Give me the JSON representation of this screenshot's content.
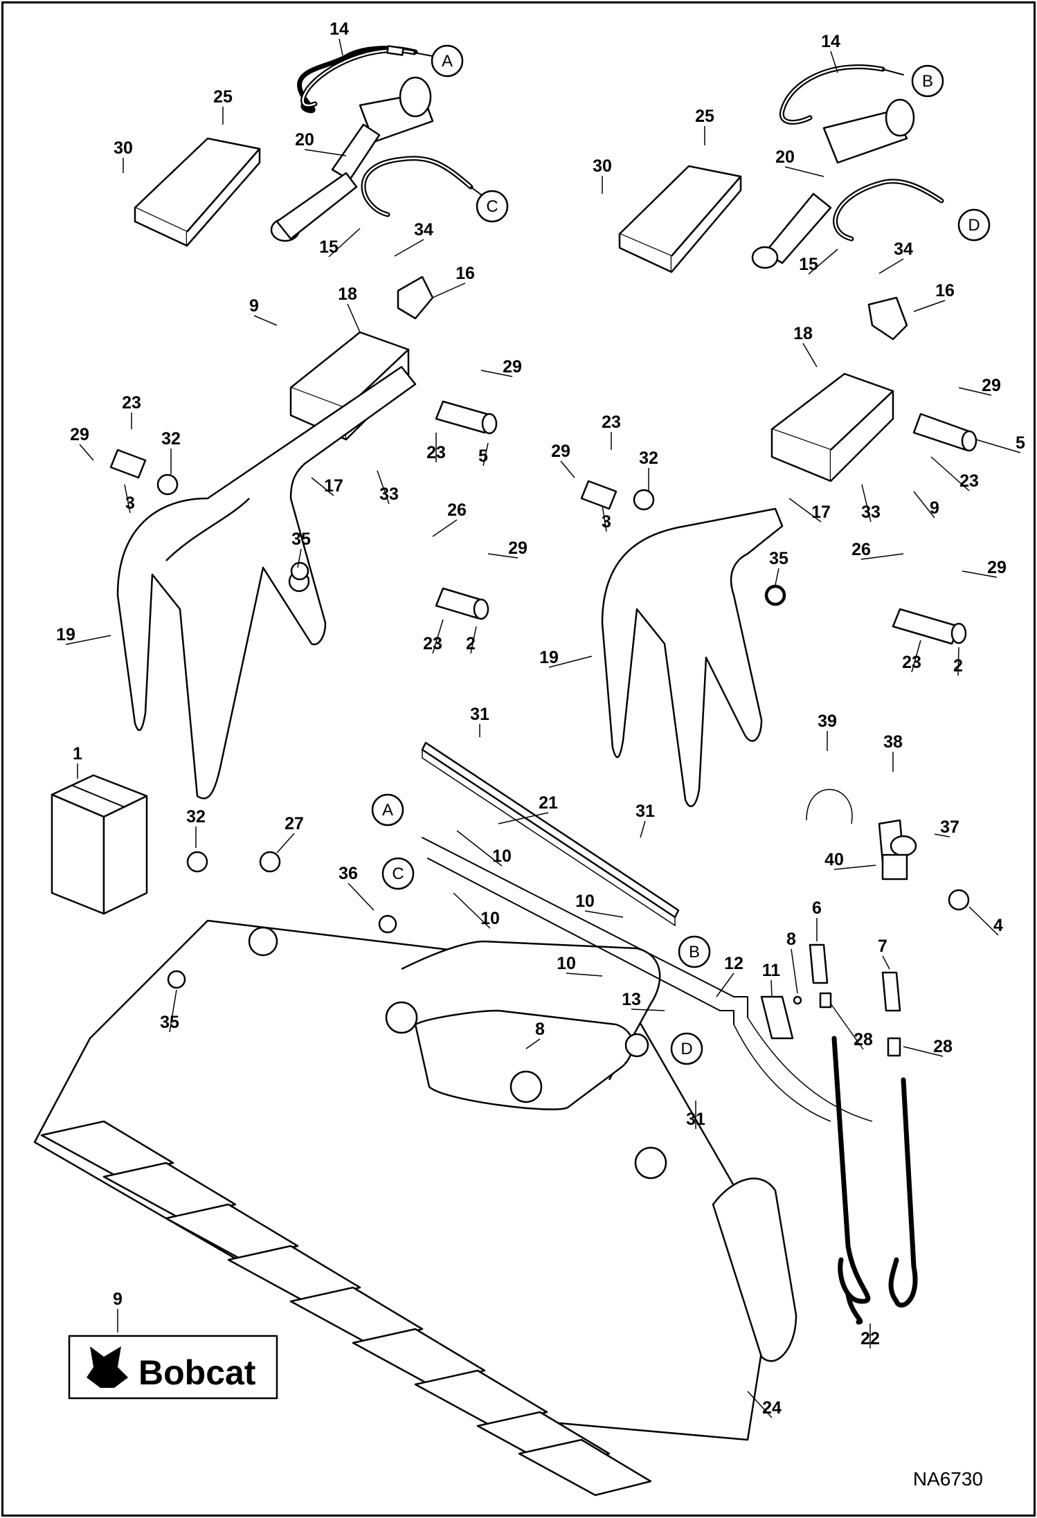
{
  "diagram": {
    "reference_code": "NA6730",
    "brand_decal_text": "Bobcat",
    "connection_letters": [
      "A",
      "B",
      "C",
      "D"
    ],
    "callouts": [
      "1",
      "2",
      "3",
      "4",
      "5",
      "6",
      "7",
      "8",
      "9",
      "10",
      "11",
      "12",
      "13",
      "14",
      "15",
      "16",
      "17",
      "18",
      "19",
      "20",
      "21",
      "22",
      "23",
      "24",
      "25",
      "26",
      "27",
      "28",
      "29",
      "30",
      "31",
      "32",
      "33",
      "34",
      "35",
      "36",
      "37",
      "38",
      "39",
      "40"
    ]
  }
}
